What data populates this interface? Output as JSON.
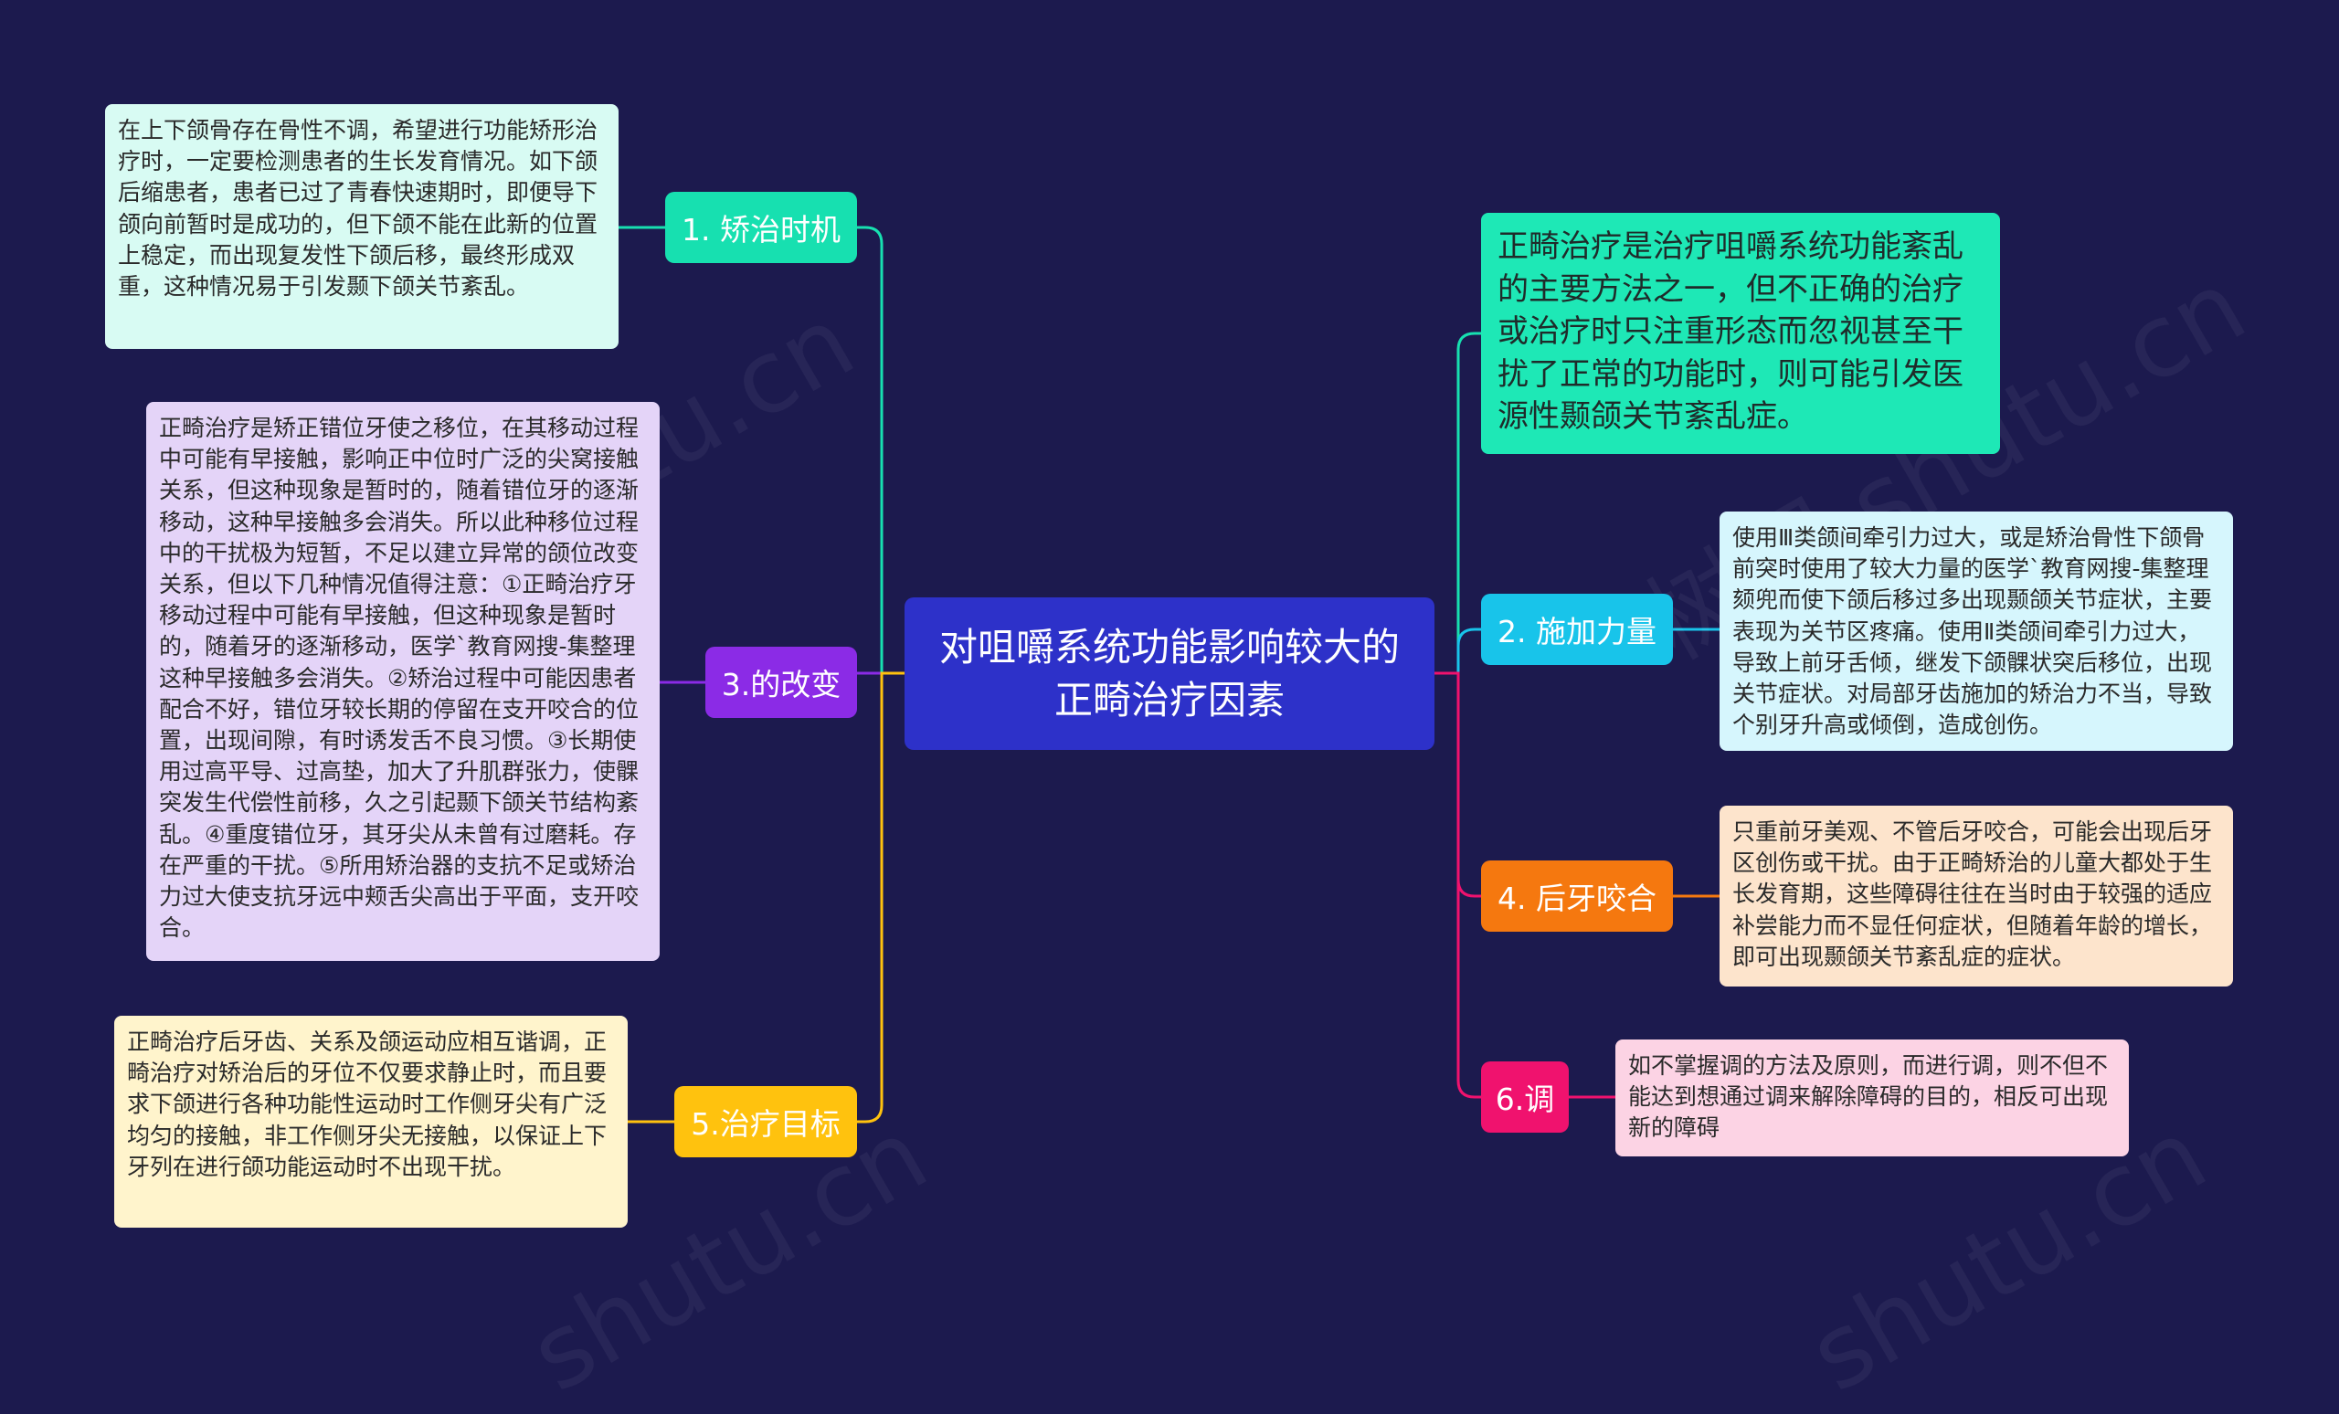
{
  "center": {
    "title": "对咀嚼系统功能影响较大的正畸治疗因素"
  },
  "colors": {
    "background": "#1c1a4e",
    "center": "#2d31c9",
    "b1": "#17e0b0",
    "b2": "#18c4ea",
    "b3": "#8b2be6",
    "b4": "#f5780f",
    "b5": "#ffc20e",
    "b6": "#f0126e",
    "l1": "#d8fbf3",
    "l2": "#d6f6fd",
    "l3": "#e4d4f8",
    "l4": "#fde4cc",
    "l5": "#fff4cc",
    "l6": "#fcd3e4",
    "top": "#1ee8b6"
  },
  "branches": {
    "b1": {
      "label": "1. 矫治时机"
    },
    "b2": {
      "label": "2. 施加力量"
    },
    "b3": {
      "label": "3.的改变"
    },
    "b4": {
      "label": "4. 后牙咬合"
    },
    "b5": {
      "label": "5.治疗目标"
    },
    "b6": {
      "label": "6.调"
    }
  },
  "leaves": {
    "top": "正畸治疗是治疗咀嚼系统功能紊乱的主要方法之一，但不正确的治疗或治疗时只注重形态而忽视甚至干扰了正常的功能时，则可能引发医源性颞颌关节紊乱症。",
    "l1": "在上下颌骨存在骨性不调，希望进行功能矫形治疗时，一定要检测患者的生长发育情况。如下颌后缩患者，患者已过了青春快速期时，即便导下颌向前暂时是成功的，但下颌不能在此新的位置上稳定，而出现复发性下颌后移，最终形成双重，这种情况易于引发颞下颌关节紊乱。",
    "l2": "使用Ⅲ类颌间牵引力过大，或是矫治骨性下颌骨前突时使用了较大力量的医学`教育网搜-集整理颏兜而使下颌后移过多出现颞颌关节症状，主要表现为关节区疼痛。使用Ⅱ类颌间牵引力过大，导致上前牙舌倾，继发下颌髁状突后移位，出现关节症状。对局部牙齿施加的矫治力不当，导致个别牙升高或倾倒，造成创伤。",
    "l3": "正畸治疗是矫正错位牙使之移位，在其移动过程中可能有早接触，影响正中位时广泛的尖窝接触关系，但这种现象是暂时的，随着错位牙的逐渐移动，这种早接触多会消失。所以此种移位过程中的干扰极为短暂，不足以建立异常的颌位改变关系，但以下几种情况值得注意：①正畸治疗牙移动过程中可能有早接触，但这种现象是暂时的，随着牙的逐渐移动，医学`教育网搜-集整理这种早接触多会消失。②矫治过程中可能因患者配合不好，错位牙较长期的停留在支开咬合的位置，出现间隙，有时诱发舌不良习惯。③长期使用过高平导、过高垫，加大了升肌群张力，使髁突发生代偿性前移，久之引起颞下颌关节结构紊乱。④重度错位牙，其牙尖从未曾有过磨耗。存在严重的干扰。⑤所用矫治器的支抗不足或矫治力过大使支抗牙远中颊舌尖高出于平面，支开咬合。",
    "l4": "只重前牙美观、不管后牙咬合，可能会出现后牙区创伤或干扰。由于正畸矫治的儿童大都处于生长发育期，这些障碍往往在当时由于较强的适应补尝能力而不显任何症状，但随着年龄的增长，即可出现颞颌关节紊乱症的症状。",
    "l5": "正畸治疗后牙齿、关系及颌运动应相互谐调，正畸治疗对矫治后的牙位不仅要求静止时，而且要求下颌进行各种功能性运动时工作侧牙尖有广泛均匀的接触，非工作侧牙尖无接触，以保证上下牙列在进行颌功能运动时不出现干扰。",
    "l6": "如不掌握调的方法及原则，而进行调，则不但不能达到想通过调来解除障碍的目的，相反可出现新的障碍"
  }
}
